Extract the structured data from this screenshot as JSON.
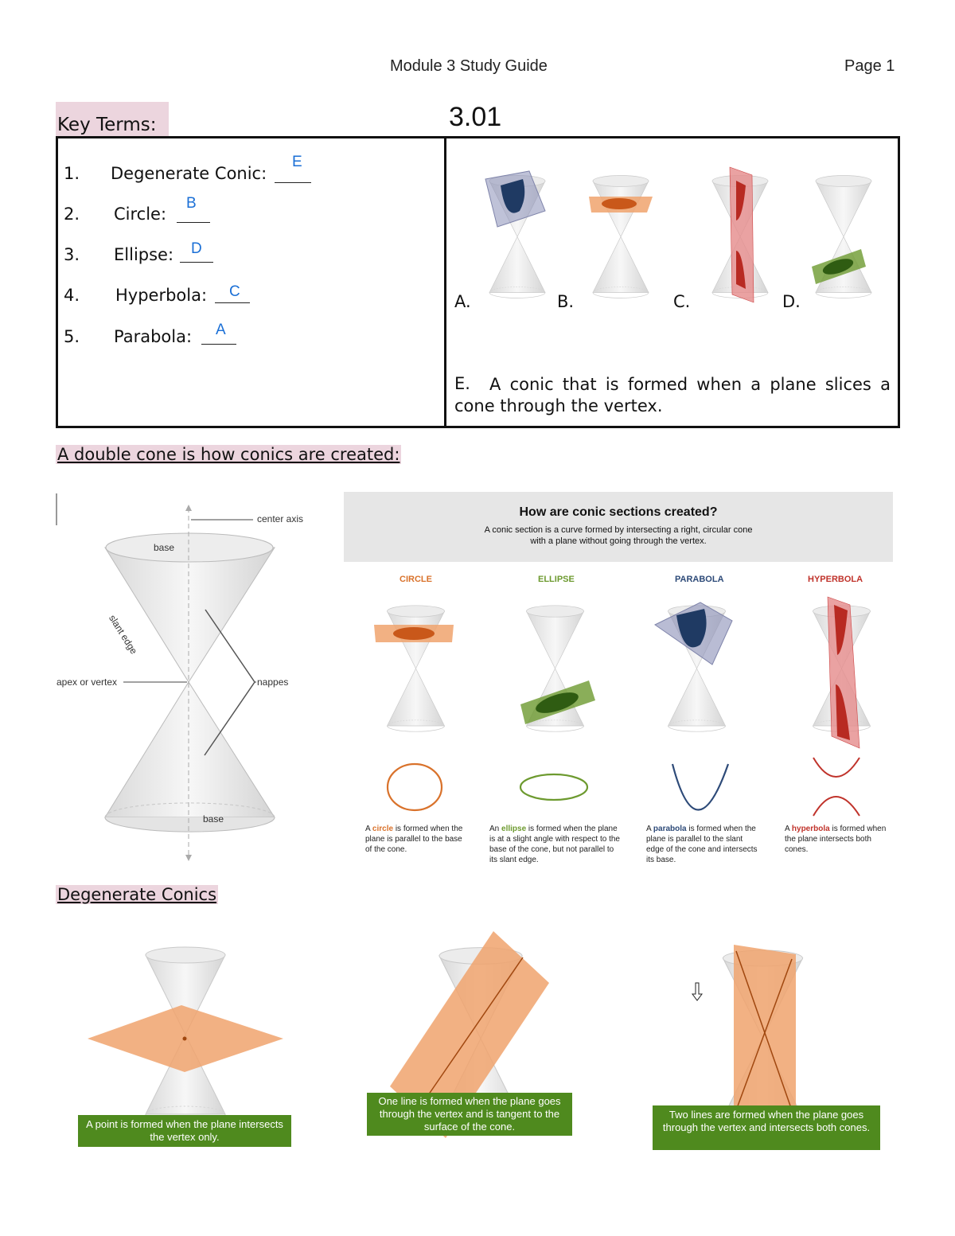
{
  "header": {
    "title": "Module 3 Study Guide",
    "page": "Page 1"
  },
  "key_terms": {
    "label": "Key Terms:",
    "section": "3.01",
    "items": [
      {
        "num": "1.",
        "term": "Degenerate Conic:",
        "answer": "E"
      },
      {
        "num": "2.",
        "term": "Circle:",
        "answer": "B"
      },
      {
        "num": "3.",
        "term": "Ellipse:",
        "answer": "D"
      },
      {
        "num": "4.",
        "term": "Hyperbola:",
        "answer": "C"
      },
      {
        "num": "5.",
        "term": "Parabola:",
        "answer": "A"
      }
    ],
    "options": [
      "A.",
      "B.",
      "C.",
      "D."
    ],
    "option_e_letter": "E.",
    "option_e_text": "A conic that is formed when a plane slices a cone through the vertex."
  },
  "double_cone": {
    "heading": "A double cone is how conics are created:",
    "labels": {
      "center_axis": "center axis",
      "base_top": "base",
      "slant_edge": "slant edge",
      "apex": "apex or vertex",
      "nappes": "nappes",
      "base_bottom": "base"
    }
  },
  "conic_panel": {
    "title": "How are conic sections created?",
    "subtitle_line1": "A conic section is a curve formed by intersecting a right, circular cone",
    "subtitle_line2": "with a plane without going through the vertex.",
    "columns": [
      {
        "name": "CIRCLE",
        "color": "#d9722b",
        "kw": "circle",
        "pre": "A ",
        "post": " is formed when the plane is parallel to the base of the cone."
      },
      {
        "name": "ELLIPSE",
        "color": "#6d9a2f",
        "kw": "ellipse",
        "pre": "An ",
        "post": " is formed when the plane is at a slight angle with respect to the base of the cone, but not parallel to its slant edge."
      },
      {
        "name": "PARABOLA",
        "color": "#2d4a78",
        "kw": "parabola",
        "pre": "A ",
        "post": " is formed when the plane is parallel to the slant edge of the cone and intersects its base."
      },
      {
        "name": "HYPERBOLA",
        "color": "#c0332b",
        "kw": "hyperbola",
        "pre": "A ",
        "post": " is formed when the plane intersects both cones."
      }
    ]
  },
  "degenerate": {
    "heading": "Degenerate Conics",
    "captions": [
      "A point is formed when the plane intersects the vertex only.",
      "One line is formed when the plane goes through the vertex and is tangent to the surface of the cone.",
      "Two lines are formed when the plane goes through the vertex and intersects both cones."
    ]
  },
  "colors": {
    "answer_blue": "#1a6fd6",
    "highlight_pink": "#ecd5de",
    "caption_green": "#4f8a1e",
    "plane_orange": "#f0a36d"
  }
}
